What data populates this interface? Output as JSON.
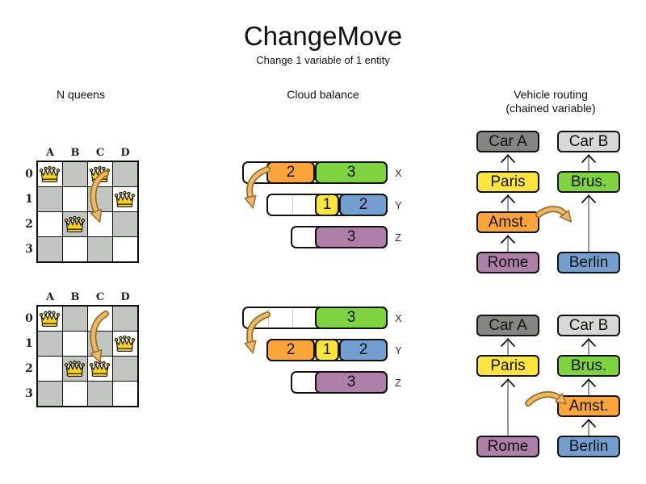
{
  "title": "ChangeMove",
  "subtitle": "Change 1 variable of 1 entity",
  "columns": [
    {
      "id": "nqueens",
      "label": "N queens"
    },
    {
      "id": "cloud",
      "label": "Cloud balance"
    },
    {
      "id": "vehicle",
      "label": "Vehicle routing",
      "sublabel": "(chained variable)"
    }
  ],
  "colors": {
    "board_dark_cell": "#c2c6c0",
    "queen_gold": "#f8d41c",
    "move_arrow_fill": "#e9b96e",
    "move_arrow_stroke": "#9c6f1f",
    "connector_gray": "#7f7f7f",
    "process_orange": "#faa43a",
    "process_green": "#7ed33e",
    "process_yellow": "#fbe43c",
    "process_blue": "#729fcf",
    "process_purple": "#ad7fa8",
    "car_a_gray": "#848681",
    "car_b_gray": "#d6d9d3"
  },
  "nqueens": {
    "column_labels": [
      "A",
      "B",
      "C",
      "D"
    ],
    "row_labels": [
      "0",
      "1",
      "2",
      "3"
    ],
    "boards": [
      {
        "name": "before",
        "queens": [
          {
            "col": "A",
            "row": 0
          },
          {
            "col": "C",
            "row": 0
          },
          {
            "col": "D",
            "row": 1
          },
          {
            "col": "B",
            "row": 2
          }
        ],
        "move": "queen C0 -> C2"
      },
      {
        "name": "after",
        "queens": [
          {
            "col": "A",
            "row": 0
          },
          {
            "col": "D",
            "row": 1
          },
          {
            "col": "B",
            "row": 2
          },
          {
            "col": "C",
            "row": 2
          }
        ],
        "move": "queen C0 -> C2"
      }
    ]
  },
  "cloud": {
    "diagrams": [
      {
        "name": "before",
        "rows": [
          {
            "label": "X",
            "capacity": 6,
            "blocks": [
              {
                "value": "2",
                "color": "#faa43a"
              },
              {
                "value": "3",
                "color": "#7ed33e"
              }
            ]
          },
          {
            "label": "Y",
            "capacity": 5,
            "blocks": [
              {
                "value": "1",
                "color": "#fbe43c"
              },
              {
                "value": "2",
                "color": "#729fcf"
              }
            ]
          },
          {
            "label": "Z",
            "capacity": 4,
            "blocks": [
              {
                "value": "3",
                "color": "#ad7fa8"
              }
            ]
          }
        ]
      },
      {
        "name": "after",
        "rows": [
          {
            "label": "X",
            "capacity": 6,
            "blocks": [
              {
                "value": "3",
                "color": "#7ed33e"
              }
            ]
          },
          {
            "label": "Y",
            "capacity": 5,
            "blocks": [
              {
                "value": "2",
                "color": "#faa43a"
              },
              {
                "value": "1",
                "color": "#fbe43c"
              },
              {
                "value": "2",
                "color": "#729fcf"
              }
            ]
          },
          {
            "label": "Z",
            "capacity": 4,
            "blocks": [
              {
                "value": "3",
                "color": "#ad7fa8"
              }
            ]
          }
        ]
      }
    ],
    "move": "process 2 moves from X to Y"
  },
  "vehicle": {
    "diagrams": [
      {
        "name": "before",
        "nodes": [
          {
            "label": "Car A",
            "color": "#848681",
            "col": 0,
            "level": 0
          },
          {
            "label": "Car B",
            "color": "#d6d9d3",
            "col": 1,
            "level": 0
          },
          {
            "label": "Paris",
            "color": "#fbe43c",
            "col": 0,
            "level": 1
          },
          {
            "label": "Brus.",
            "color": "#7ed33e",
            "col": 1,
            "level": 1
          },
          {
            "label": "Amst.",
            "color": "#faa43a",
            "col": 0,
            "level": 2
          },
          {
            "label": "Rome",
            "color": "#ad7fa8",
            "col": 0,
            "level": 3
          },
          {
            "label": "Berlin",
            "color": "#729fcf",
            "col": 1,
            "level": 3
          }
        ],
        "links": [
          [
            "Paris",
            "Car A"
          ],
          [
            "Amst.",
            "Paris"
          ],
          [
            "Rome",
            "Amst."
          ],
          [
            "Brus.",
            "Car B"
          ],
          [
            "Berlin",
            "Brus."
          ]
        ]
      },
      {
        "name": "after",
        "nodes": [
          {
            "label": "Car A",
            "color": "#848681",
            "col": 0,
            "level": 0
          },
          {
            "label": "Car B",
            "color": "#d6d9d3",
            "col": 1,
            "level": 0
          },
          {
            "label": "Paris",
            "color": "#fbe43c",
            "col": 0,
            "level": 1
          },
          {
            "label": "Brus.",
            "color": "#7ed33e",
            "col": 1,
            "level": 1
          },
          {
            "label": "Amst.",
            "color": "#faa43a",
            "col": 1,
            "level": 2
          },
          {
            "label": "Rome",
            "color": "#ad7fa8",
            "col": 0,
            "level": 3
          },
          {
            "label": "Berlin",
            "color": "#729fcf",
            "col": 1,
            "level": 3
          }
        ],
        "links": [
          [
            "Paris",
            "Car A"
          ],
          [
            "Rome",
            "Paris"
          ],
          [
            "Brus.",
            "Car B"
          ],
          [
            "Amst.",
            "Brus."
          ],
          [
            "Berlin",
            "Amst."
          ]
        ]
      }
    ],
    "move": "Amst. moves from chain of Car A to chain of Car B"
  }
}
